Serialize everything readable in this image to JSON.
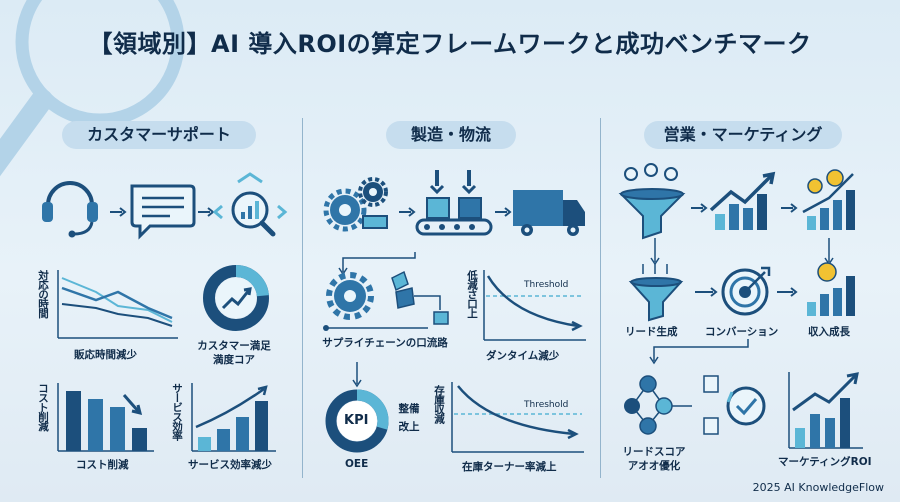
{
  "title": "【領域別】AI 導入ROIの算定フレームワークと成功ベンチマーク",
  "sections": [
    {
      "heading": "カスタマーサポート",
      "chart1": {
        "ylabel": "対応の時間",
        "label": "販応時間減少"
      },
      "donut": {
        "label": "カスタマー満足満度コア"
      },
      "bars1": {
        "ylabel": "コスト削減",
        "label": "コスト削減"
      },
      "bars2": {
        "ylabel": "サービス効率",
        "label": "サービス効率減少"
      }
    },
    {
      "heading": "製造・物流",
      "supply": {
        "label": "サプライチェーンの口流路"
      },
      "chart1": {
        "ylabel": "低減さ口上",
        "threshold": "Threshold",
        "label": "ダンタイム減少"
      },
      "kpi": {
        "text": "KPI",
        "side": "整備改上",
        "label": "OEE"
      },
      "chart2": {
        "ylabel": "存庫収減",
        "threshold": "Threshold",
        "label": "在庫ターナー率減上"
      }
    },
    {
      "heading": "営業・マーケティング",
      "funnel": {
        "label": "リード生成"
      },
      "target": {
        "label": "コンバーション"
      },
      "revenue": {
        "label": "収入成長"
      },
      "network": {
        "label": "リードスコアアオオ優化"
      },
      "roi": {
        "label": "マーケティングROI"
      }
    }
  ],
  "footer": "2025 AI KnowledgeFlow",
  "colors": {
    "navy": "#1c4f7c",
    "blue": "#2f75a8",
    "sky": "#5bb6d6",
    "gold": "#f1c232",
    "bg": "#e3eef6"
  }
}
